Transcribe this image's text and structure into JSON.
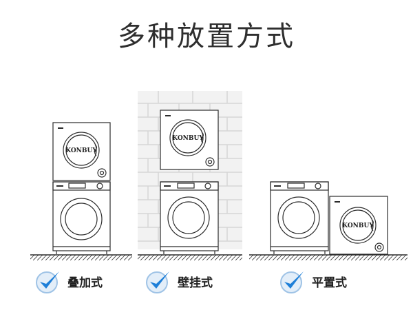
{
  "title": "多种放置方式",
  "brand": "KONBUY",
  "options": [
    {
      "label": "叠加式",
      "icon": "check-badge-icon"
    },
    {
      "label": "壁挂式",
      "icon": "check-badge-icon"
    },
    {
      "label": "平置式",
      "icon": "check-badge-icon"
    }
  ],
  "colors": {
    "check_blue": "#1e7fd8",
    "outline": "#2b2b2b",
    "wall": "#dcdcdc"
  }
}
